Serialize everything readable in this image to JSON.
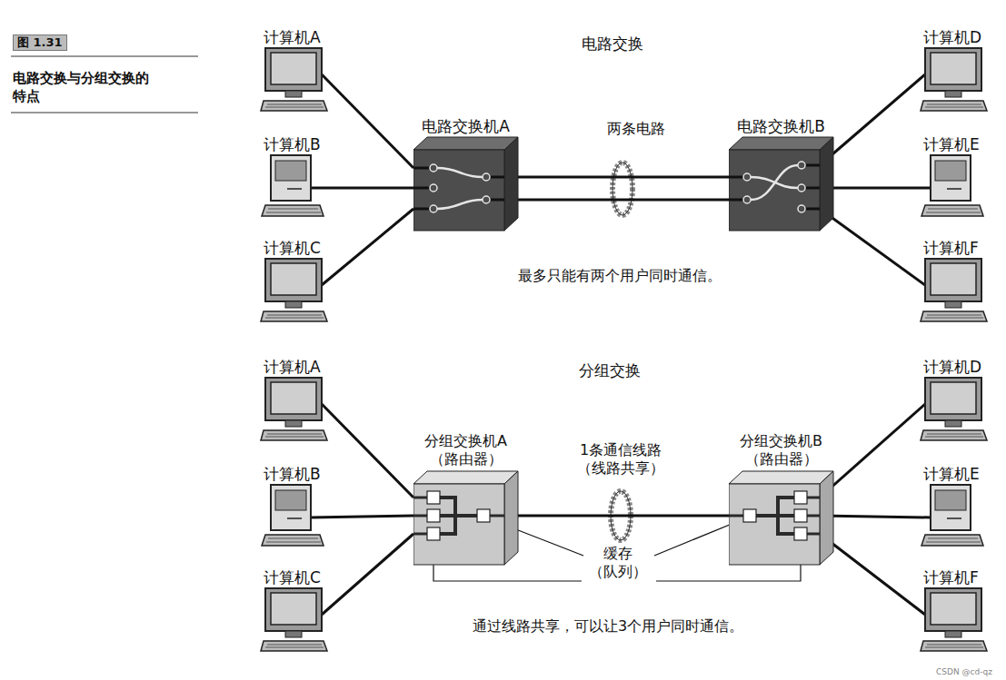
{
  "diagram": {
    "caption": "电路交换与分组交换的特点",
    "nodes": [
      {
        "text": [
          "计算机A"
        ]
      },
      {
        "text": [
          "计算机B"
        ]
      },
      {
        "text": [
          "计算机C"
        ]
      },
      {
        "text": [
          "电路交换机A"
        ]
      },
      {
        "text": [
          "电路交换机B"
        ]
      },
      {
        "text": [
          "计算机D"
        ]
      },
      {
        "text": [
          "计算机E"
        ]
      },
      {
        "text": [
          "计算机F"
        ]
      },
      {
        "text": [
          "计算机A"
        ]
      },
      {
        "text": [
          "计算机B"
        ]
      },
      {
        "text": [
          "计算机C"
        ]
      },
      {
        "text": [
          "分组交换机A （路由器）"
        ]
      },
      {
        "text": [
          "分组交换机B （路由器）"
        ]
      },
      {
        "text": [
          "计算机D"
        ]
      },
      {
        "text": [
          "计算机E"
        ]
      },
      {
        "text": [
          "计算机F"
        ]
      }
    ],
    "edges": [
      {
        "from": 0,
        "to": 3,
        "arrow": "none"
      },
      {
        "from": 1,
        "to": 3,
        "arrow": "none"
      },
      {
        "from": 2,
        "to": 3,
        "arrow": "none"
      },
      {
        "from": 3,
        "to": 4,
        "arrow": "none"
      },
      {
        "from": 3,
        "to": 4,
        "arrow": "none"
      },
      {
        "from": 4,
        "to": 5,
        "arrow": "none"
      },
      {
        "from": 4,
        "to": 6,
        "arrow": "none"
      },
      {
        "from": 4,
        "to": 7,
        "arrow": "none"
      },
      {
        "from": 8,
        "to": 11,
        "arrow": "none"
      },
      {
        "from": 9,
        "to": 11,
        "arrow": "none"
      },
      {
        "from": 10,
        "to": 11,
        "arrow": "none"
      },
      {
        "from": 11,
        "to": 12,
        "arrow": "none"
      },
      {
        "from": 12,
        "to": 13,
        "arrow": "none"
      },
      {
        "from": 12,
        "to": 14,
        "arrow": "none"
      },
      {
        "from": 12,
        "to": 15,
        "arrow": "none"
      }
    ],
    "labels": [
      "图 1.31",
      "电路交换",
      "两条电路",
      "最多只能有两个用户同时通信。",
      "分组交换",
      "1条通信线路 （线路共享）",
      "缓存 （队列）",
      "通过线路共享，可以让3个用户同时通信。",
      "CSDN @cd-qz"
    ]
  }
}
